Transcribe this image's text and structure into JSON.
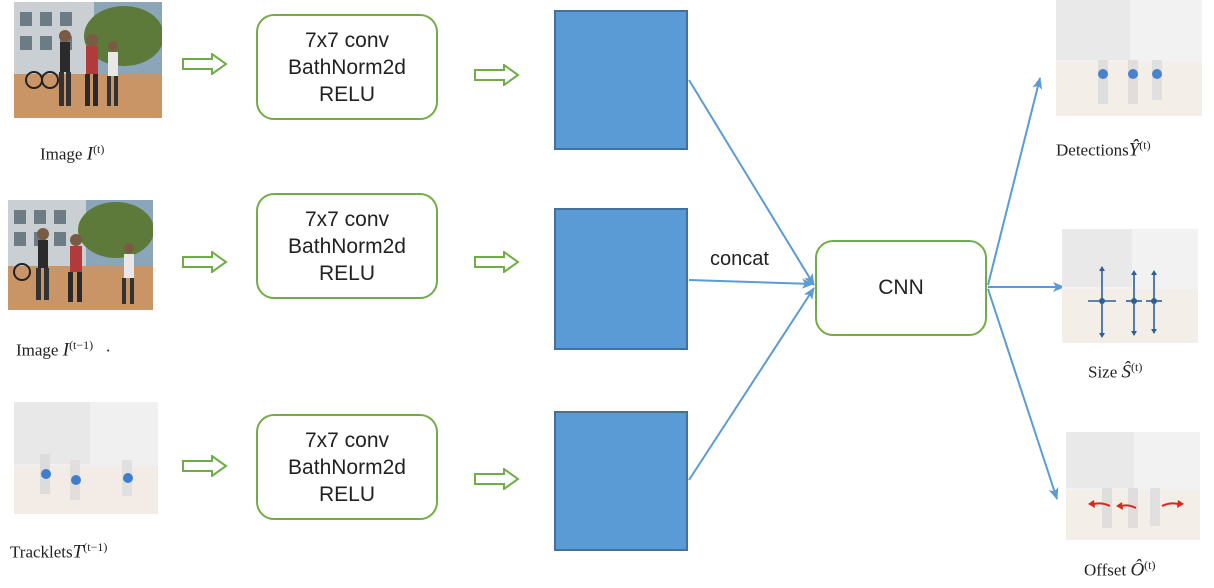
{
  "rows": [
    {
      "caption": {
        "prefix": "Image ",
        "symbol": "I",
        "superscript": "(t)"
      },
      "conv": {
        "line1": "7x7 conv",
        "line2": "BathNorm2d",
        "line3": "RELU"
      }
    },
    {
      "caption": {
        "prefix": "Image ",
        "symbol": "I",
        "superscript": "(t−1)",
        "trail": "·"
      },
      "conv": {
        "line1": "7x7 conv",
        "line2": "BathNorm2d",
        "line3": "RELU"
      }
    },
    {
      "caption": {
        "prefix": "Tracklets",
        "symbol": "T",
        "superscript": "(t−1)"
      },
      "conv": {
        "line1": "7x7 conv",
        "line2": "BathNorm2d",
        "line3": "RELU"
      }
    }
  ],
  "concat_label": "concat",
  "cnn_label": "CNN",
  "outputs": [
    {
      "prefix": "Detections",
      "symbol": "Ŷ",
      "superscript": "(t)"
    },
    {
      "prefix": "Size ",
      "symbol": "Ŝ",
      "superscript": "(t)"
    },
    {
      "prefix": "Offset ",
      "symbol": "Ô",
      "superscript": "(t)"
    }
  ],
  "colors": {
    "box_border": "#70ad47",
    "feature_fill": "#5b9bd5",
    "arrow_line": "#5b9bd5",
    "block_arrow": "#70ad47"
  }
}
